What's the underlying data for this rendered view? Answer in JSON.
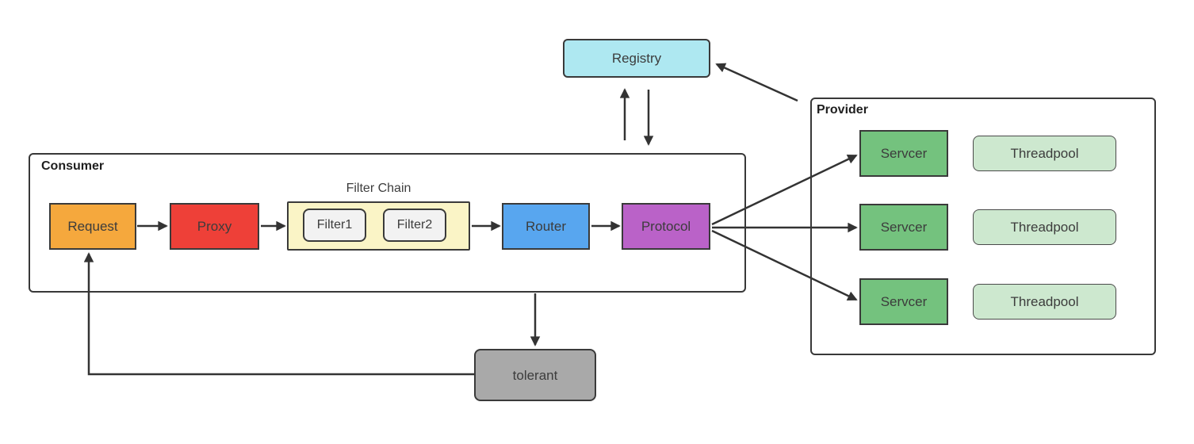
{
  "diagram": {
    "registry": {
      "label": "Registry",
      "fill": "#aee8f1"
    },
    "consumer": {
      "label": "Consumer",
      "request": {
        "label": "Request",
        "fill": "#f5a83d"
      },
      "proxy": {
        "label": "Proxy",
        "fill": "#ee4038"
      },
      "filter_chain": {
        "label": "Filter Chain",
        "fill": "#faf4c6",
        "filter_fill": "#f2f2f2",
        "filters": [
          {
            "label": "Filter1"
          },
          {
            "label": "Filter2"
          }
        ]
      },
      "router": {
        "label": "Router",
        "fill": "#58a6ef"
      },
      "protocol": {
        "label": "Protocol",
        "fill": "#ba62c8"
      }
    },
    "provider": {
      "label": "Provider",
      "server_fill": "#74c27e",
      "threadpool_fill": "#cde8cf",
      "rows": [
        {
          "server": "Servcer",
          "threadpool": "Threadpool"
        },
        {
          "server": "Servcer",
          "threadpool": "Threadpool"
        },
        {
          "server": "Servcer",
          "threadpool": "Threadpool"
        }
      ]
    },
    "tolerant": {
      "label": "tolerant",
      "fill": "#a9a9a9"
    },
    "line_color": "#333333"
  }
}
